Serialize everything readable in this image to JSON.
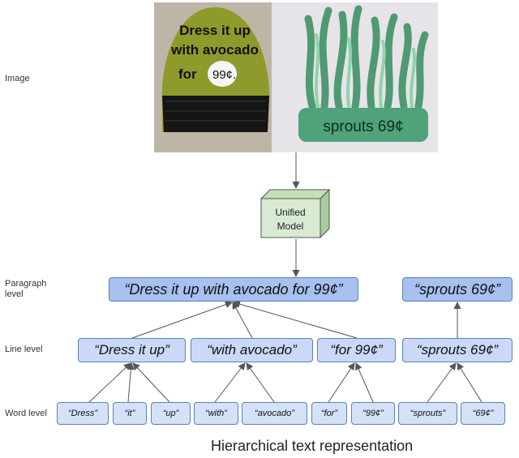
{
  "side_labels": {
    "image": "Image",
    "paragraph": "Paragraph level",
    "line": "Line level",
    "word": "Word level"
  },
  "photo": {
    "sign_left": "Dress it up with avocado for",
    "price_left": "99¢.",
    "sign_right": "sprouts 69¢"
  },
  "model": {
    "line1": "Unified",
    "line2": "Model"
  },
  "paragraphs": [
    "“Dress it up with avocado for 99¢”",
    "“sprouts 69¢”"
  ],
  "lines": [
    "“Dress it up”",
    "“with avocado”",
    "“for 99¢”",
    "“sprouts 69¢”"
  ],
  "words": [
    "“Dress”",
    "“it”",
    "“up”",
    "“with”",
    "“avocado”",
    "“for”",
    "“99¢”",
    "“sprouts”",
    "“69¢”"
  ],
  "caption": "Hierarchical text representation"
}
